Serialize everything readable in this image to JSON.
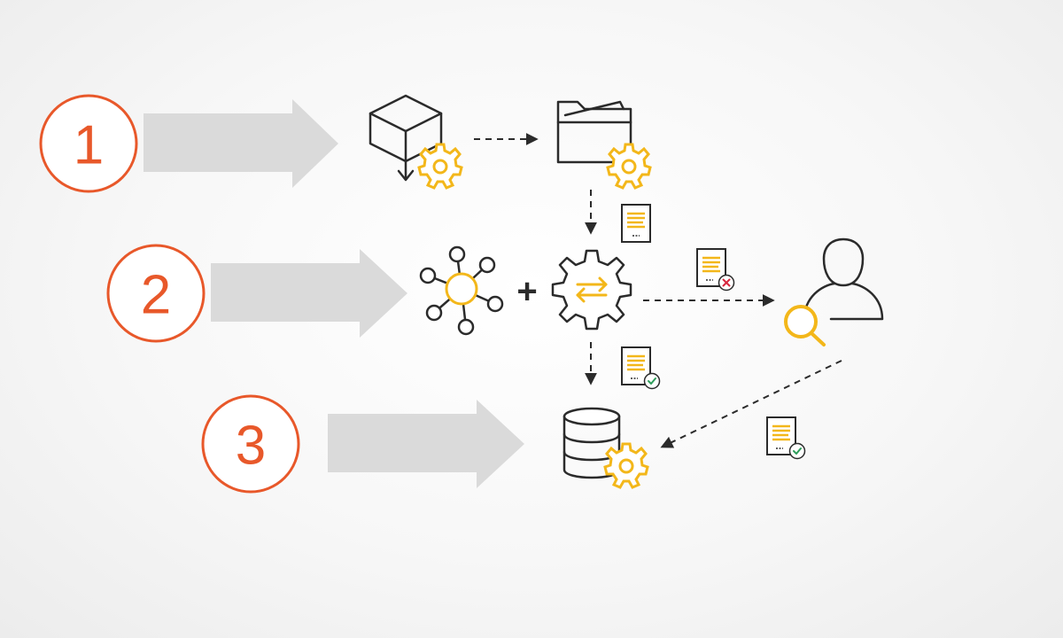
{
  "steps": [
    {
      "label": "1"
    },
    {
      "label": "2"
    },
    {
      "label": "3"
    }
  ],
  "operator": "+",
  "colors": {
    "accent": "#E8582A",
    "gear": "#F3B71A",
    "arrow_fill": "#DADADA",
    "line": "#2B2B2B",
    "success": "#2E9E5B",
    "error": "#D7263D"
  },
  "icons": [
    "cube-download-icon",
    "gear-icon",
    "folder-icon",
    "document-icon",
    "network-hub-icon",
    "transform-gear-icon",
    "document-error-icon",
    "user-icon",
    "magnifier-icon",
    "document-check-icon",
    "database-icon"
  ]
}
